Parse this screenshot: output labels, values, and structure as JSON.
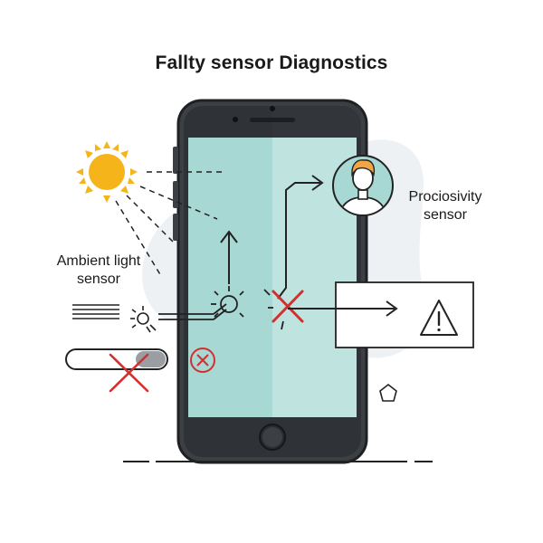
{
  "title": "Fallty sensor Diagnostics",
  "labels": {
    "ambient_line1": "Ambient light",
    "ambient_line2": "sensor",
    "proximity_line1": "Prociosivity",
    "proximity_line2": "sensor"
  },
  "colors": {
    "screen": "#a8d8d3",
    "phone_body": "#3c3f44",
    "sun": "#f4b41a",
    "error": "#d32f2f",
    "ink": "#222222",
    "avatar_hair": "#f0a646",
    "avatar_bg": "#a8d8d3"
  },
  "icons": [
    "sun-icon",
    "avatar-icon",
    "warning-icon",
    "error-circle-icon",
    "cross-icon",
    "light-sensor-icon",
    "pentagon-icon"
  ]
}
